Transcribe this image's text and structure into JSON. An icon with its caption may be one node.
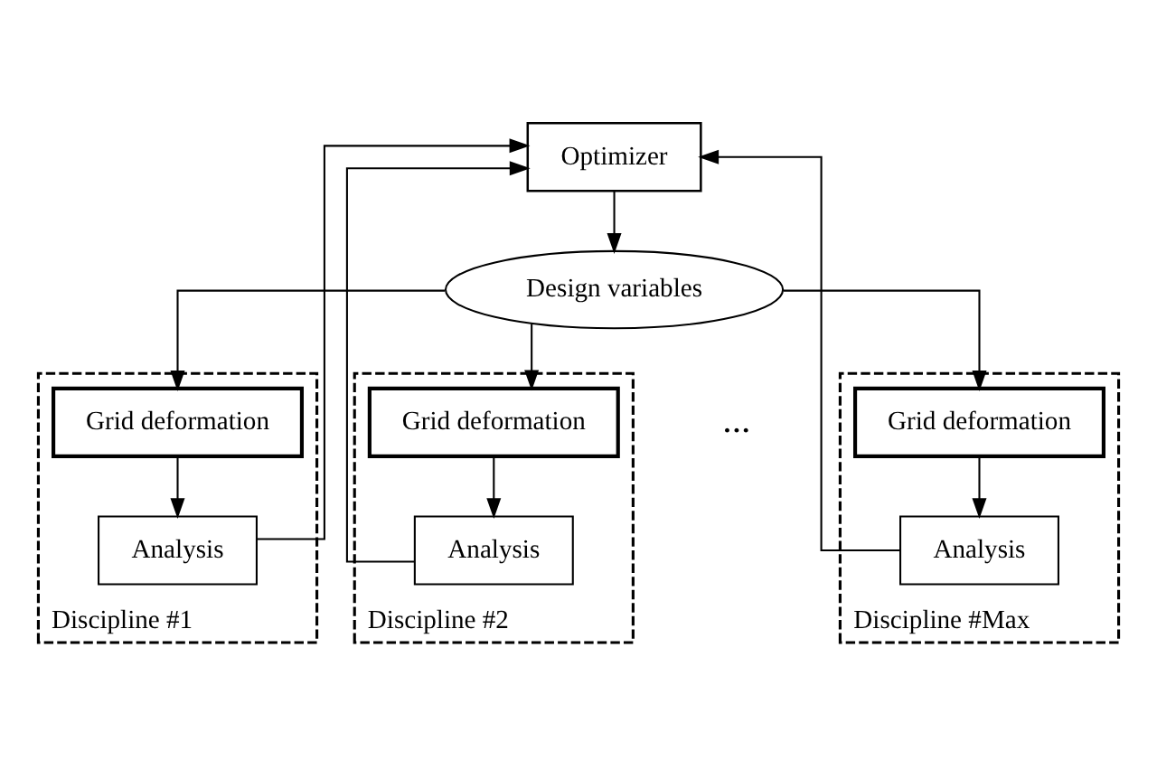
{
  "diagram": {
    "nodes": [
      {
        "text": [
          "Optimizer"
        ]
      },
      {
        "text": [
          "Design variables"
        ]
      },
      {
        "text": [
          "Discipline #1"
        ]
      },
      {
        "text": [
          "Grid deformation"
        ],
        "in": 2
      },
      {
        "text": [
          "Analysis"
        ],
        "in": 2
      },
      {
        "text": [
          "Discipline #2"
        ]
      },
      {
        "text": [
          "Grid deformation"
        ],
        "in": 5
      },
      {
        "text": [
          "Analysis"
        ],
        "in": 5
      },
      {
        "text": [
          "Discipline #Max"
        ]
      },
      {
        "text": [
          "Grid deformation"
        ],
        "in": 8
      },
      {
        "text": [
          "Analysis"
        ],
        "in": 8
      }
    ],
    "edges": [
      {
        "from": 0,
        "to": 1,
        "arrow": "to"
      },
      {
        "from": 1,
        "to": 3,
        "arrow": "to"
      },
      {
        "from": 1,
        "to": 6,
        "arrow": "to"
      },
      {
        "from": 1,
        "to": 9,
        "arrow": "to"
      },
      {
        "from": 3,
        "to": 4,
        "arrow": "to"
      },
      {
        "from": 6,
        "to": 7,
        "arrow": "to"
      },
      {
        "from": 9,
        "to": 10,
        "arrow": "to"
      },
      {
        "from": 4,
        "to": 0,
        "arrow": "to"
      },
      {
        "from": 7,
        "to": 0,
        "arrow": "to"
      },
      {
        "from": 10,
        "to": 0,
        "arrow": "to"
      }
    ],
    "labels": [
      "..."
    ]
  }
}
